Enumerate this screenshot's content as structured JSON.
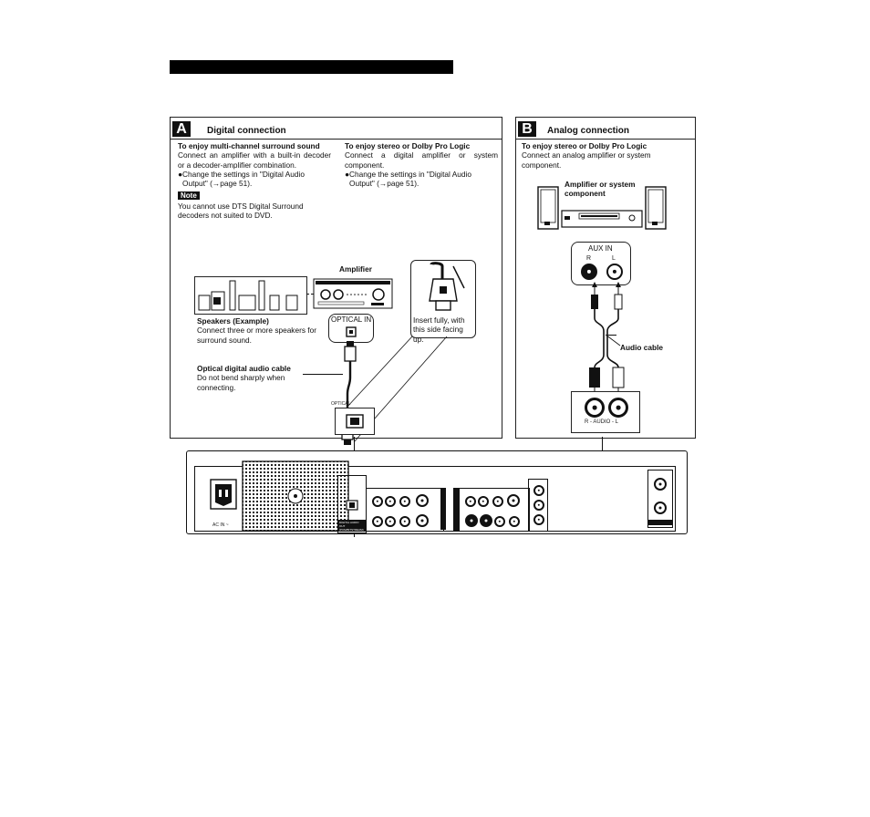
{
  "panel_a": {
    "badge": "A",
    "title": "Digital connection",
    "left_heading": "To enjoy multi-channel surround sound",
    "left_body": "Connect an amplifier with a built-in decoder or a decoder-amplifier combination.",
    "left_bullet": "Change the settings in \"Digital Audio Output\" (→page 51).",
    "note_label": "Note",
    "note_text": "You cannot use DTS Digital Surround decoders not suited to DVD.",
    "right_heading": "To enjoy stereo or Dolby Pro Logic",
    "right_body": "Connect a digital amplifier or system component.",
    "right_bullet": "Change the settings in \"Digital Audio Output\" (→page 51).",
    "amplifier_label": "Amplifier",
    "optical_in_label": "OPTICAL IN",
    "speakers_title": "Speakers (Example)",
    "speakers_text": "Connect three or more speakers for surround sound.",
    "insert_text": "Insert fully, with this side facing up.",
    "cable_title": "Optical digital audio cable",
    "cable_text": "Do not bend sharply when connecting.",
    "optical_label": "OPTICAL"
  },
  "panel_b": {
    "badge": "B",
    "title": "Analog connection",
    "heading": "To enjoy stereo or Dolby Pro Logic",
    "body": "Connect an analog amplifier or system component.",
    "component_label": "Amplifier or system component",
    "aux_in_label": "AUX IN",
    "aux_r": "R",
    "aux_l": "L",
    "audio_cable_label": "Audio cable",
    "audio_out_label": "R - AUDIO - L"
  },
  "recorder": {
    "ac_in_label": "AC IN ~",
    "digital_out_label": "DIGITAL AUDIO OUT (PCM/BITSTREAM)",
    "audio_label": "R - AUDIO - L"
  }
}
